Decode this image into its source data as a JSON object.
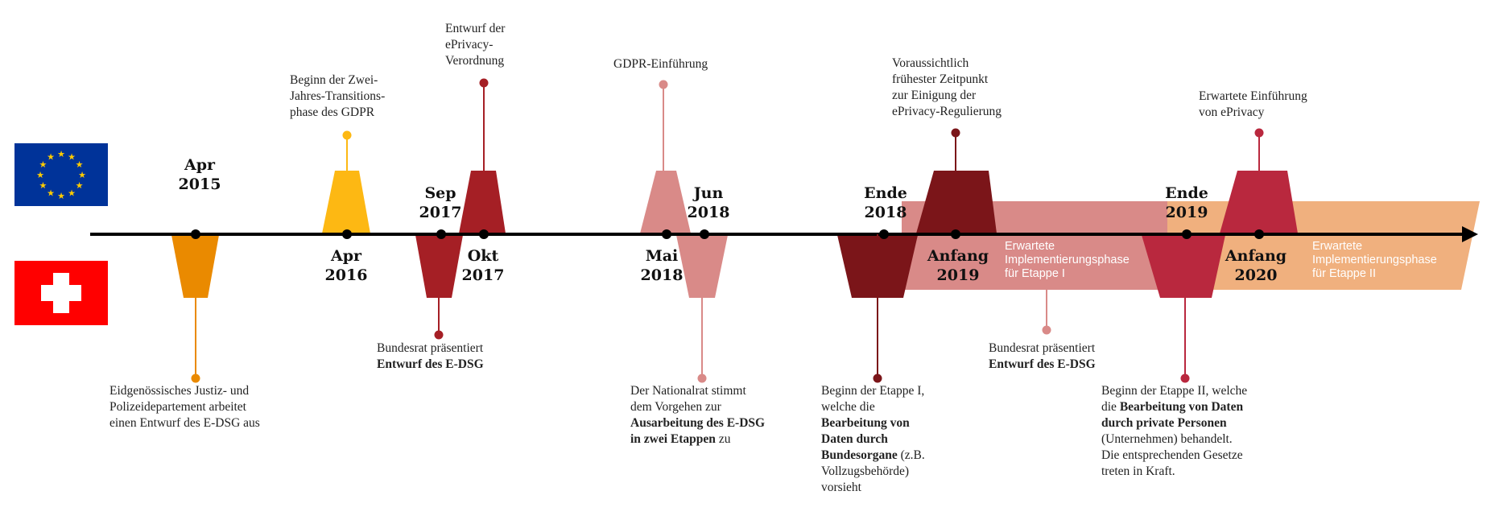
{
  "colors": {
    "orange": "#ea8a00",
    "gold": "#fdb813",
    "red": "#a51f25",
    "pink": "#d98a88",
    "darkred": "#7b1519",
    "crimson": "#b9283e",
    "phase1": "#d98a88",
    "phase2": "#f0b07e",
    "eu_blue": "#003399",
    "eu_star": "#ffcc00",
    "ch_red": "#ff0000"
  },
  "flags": {
    "eu": "eu-flag-icon",
    "ch": "swiss-flag-icon"
  },
  "dates": {
    "apr2015": [
      "Apr",
      "2015"
    ],
    "apr2016": [
      "Apr",
      "2016"
    ],
    "sep2017": [
      "Sep",
      "2017"
    ],
    "okt2017": [
      "Okt",
      "2017"
    ],
    "mai2018": [
      "Mai",
      "2018"
    ],
    "jun2018": [
      "Jun",
      "2018"
    ],
    "ende2018": [
      "Ende",
      "2018"
    ],
    "anfang2019": [
      "Anfang",
      "2019"
    ],
    "ende2019": [
      "Ende",
      "2019"
    ],
    "anfang2020": [
      "Anfang",
      "2020"
    ]
  },
  "eu_events": {
    "gdpr_transition": [
      "Beginn der Zwei-",
      "Jahres-Transitions-",
      "phase des GDPR"
    ],
    "eprivacy_draft": [
      "Entwurf der",
      "ePrivacy-",
      "Verordnung"
    ],
    "gdpr_intro": [
      "GDPR-Einführung"
    ],
    "eprivacy_agreement": [
      "Voraussichtlich",
      "frühester Zeitpunkt",
      "zur Einigung der",
      "ePrivacy-Regulierung"
    ],
    "eprivacy_intro": [
      "Erwartete Einführung",
      "von ePrivacy"
    ]
  },
  "ch_events": {
    "ejpd": [
      "Eidgenössisches Justiz- und",
      "Polizeidepartement arbeitet",
      "einen Entwurf des E-DSG aus"
    ],
    "bundesrat1": {
      "line1": "Bundesrat präsentiert",
      "line2": "Entwurf des E-DSG"
    },
    "nationalrat": {
      "l1": "Der Nationalrat stimmt",
      "l2": "dem Vorgehen zur",
      "l3": "Ausarbeitung des E-DSG",
      "l4a": "in zwei Etappen",
      "l4b": " zu"
    },
    "etappe1": {
      "l1": "Beginn der Etappe I,",
      "l2": "welche die",
      "l3": "Bearbeitung von",
      "l4": "Daten durch",
      "l5a": "Bundesorgane",
      "l5b": " (z.B.",
      "l6": "Vollzugsbehörde)",
      "l7": "vorsieht"
    },
    "bundesrat2": {
      "line1": "Bundesrat präsentiert",
      "line2": "Entwurf des E-DSG"
    },
    "etappe2": {
      "l1": "Beginn der Etappe II, welche",
      "l2a": "die ",
      "l2b": "Bearbeitung von Daten",
      "l3": "durch private Personen",
      "l4": "(Unternehmen) behandelt.",
      "l5": "Die entsprechenden Gesetze",
      "l6": "treten in Kraft."
    }
  },
  "phases": {
    "phase1": [
      "Erwartete",
      "Implementierungsphase",
      "für Etappe I"
    ],
    "phase2": [
      "Erwartete",
      "Implementierungsphase",
      "für Etappe II"
    ]
  }
}
